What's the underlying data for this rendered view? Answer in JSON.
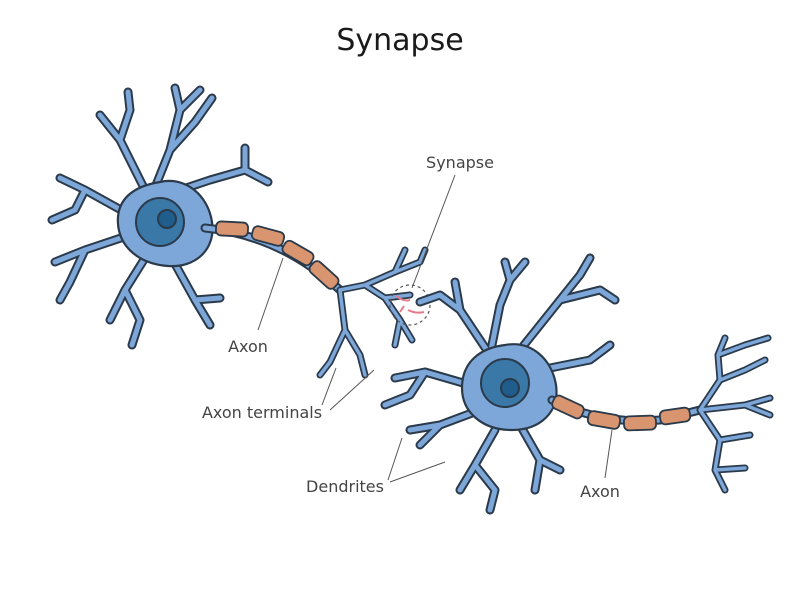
{
  "title": "Synapse",
  "labels": {
    "synapse": "Synapse",
    "axon_left": "Axon",
    "axon_terminals": "Axon terminals",
    "dendrites": "Dendrites",
    "axon_right": "Axon"
  },
  "colors": {
    "neuron_fill": "#7da7d9",
    "outline": "#2b3a4a",
    "nucleus": "#3a78a8",
    "myelin": "#d9956f",
    "synapse_highlight": "#e77b8a"
  },
  "icons": {
    "synapse_marker": "dashed-circle-icon"
  }
}
